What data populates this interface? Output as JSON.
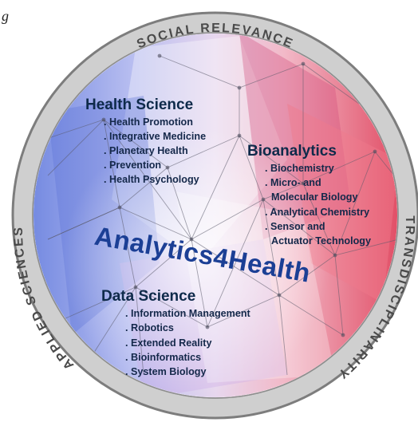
{
  "corner_mark": "g",
  "ring": {
    "top": "SOCIAL RELEVANCE",
    "left": "APPLIED SCIENCES",
    "right": "TRANSDISCIPLINARITY"
  },
  "headline": "Analytics4Health",
  "sections": [
    {
      "title": "Health Science",
      "items": [
        ". Health Promotion",
        ". Integrative Medicine",
        ". Planetary Health",
        ". Prevention",
        ". Health Psychology"
      ]
    },
    {
      "title": "Bioanalytics",
      "items": [
        ". Biochemistry",
        ". Micro- and",
        "Molecular Biology",
        ". Analytical Chemistry",
        ". Sensor and",
        "Actuator Technology"
      ]
    },
    {
      "title": "Data Science",
      "items": [
        ". Information Management",
        ". Robotics",
        ". Extended Reality",
        ". Bioinformatics",
        ". System Biology"
      ]
    }
  ],
  "colors": {
    "ring": "#c9c9c9",
    "ring_border": "#7d7d7d",
    "left_tint": "#6f86e0",
    "right_tint": "#e0475f",
    "headline": "#1b3f95"
  }
}
